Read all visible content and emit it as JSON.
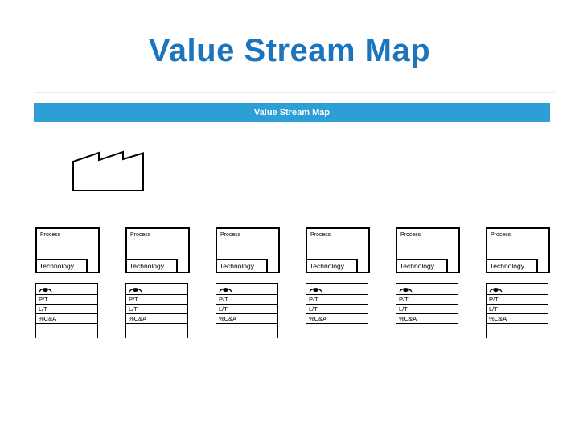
{
  "page": {
    "title": "Value Stream Map"
  },
  "banner": {
    "label": "Value Stream Map"
  },
  "colors": {
    "title_text": "#1C75BC",
    "banner_bg": "#2E9FD6",
    "banner_text": "#FFFFFF",
    "shape_stroke": "#000000"
  },
  "icons": {
    "factory": "factory-outline-icon",
    "eye": "eye-icon"
  },
  "columns": [
    {
      "process_label": "Process",
      "technology_label": "Technology",
      "metric_rows": [
        "P/T",
        "L/T",
        "%C&A"
      ]
    },
    {
      "process_label": "Process",
      "technology_label": "Technology",
      "metric_rows": [
        "P/T",
        "L/T",
        "%C&A"
      ]
    },
    {
      "process_label": "Process",
      "technology_label": "Technology",
      "metric_rows": [
        "P/T",
        "L/T",
        "%C&A"
      ]
    },
    {
      "process_label": "Process",
      "technology_label": "Technology",
      "metric_rows": [
        "P/T",
        "L/T",
        "%C&A"
      ]
    },
    {
      "process_label": "Process",
      "technology_label": "Technology",
      "metric_rows": [
        "P/T",
        "L/T",
        "%C&A"
      ]
    },
    {
      "process_label": "Process",
      "technology_label": "Technology",
      "metric_rows": [
        "P/T",
        "L/T",
        "%C&A"
      ]
    }
  ]
}
